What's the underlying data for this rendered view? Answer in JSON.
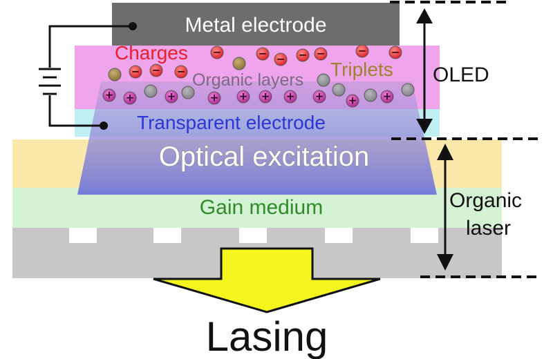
{
  "labels": {
    "metal_electrode": "Metal electrode",
    "charges": "Charges",
    "organic_layers": "Organic layers",
    "triplets": "Triplets",
    "transparent_electrode": "Transparent electrode",
    "optical_excitation": "Optical excitation",
    "gain_medium": "Gain medium",
    "oled": "OLED",
    "organic_laser_line1": "Organic",
    "organic_laser_line2": "laser",
    "lasing": "Lasing"
  },
  "glyphs": {
    "negative": "−",
    "positive": "+"
  },
  "colors": {
    "metal": "#6d6d6d",
    "organic_layers": "#f0a4ec",
    "transparent_electrode": "#bfeff3",
    "gain_medium": "#d4f2d4",
    "substrate_band": "#fae8ab",
    "grating": "#c7c7c7",
    "charges_text": "#e8202a",
    "triplets_text": "#9a8430",
    "organic_text": "#7a6a84",
    "transparent_text": "#2b36d8",
    "gain_text": "#2f8a2a",
    "lasing_arrow": "#f5f51e"
  }
}
